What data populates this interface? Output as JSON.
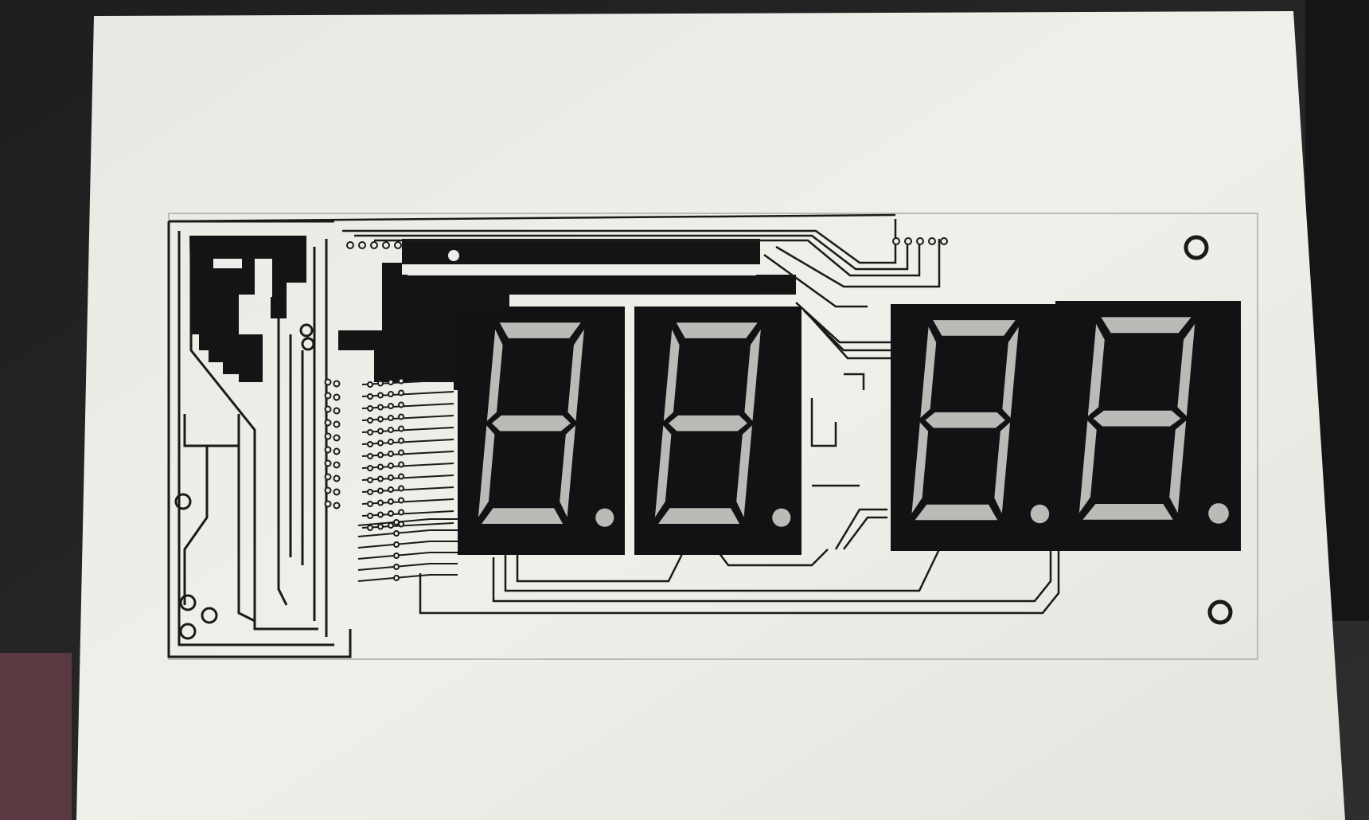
{
  "scene": {
    "description_tag": "printed-pcb-layout-with-seven-segment-displays",
    "background_color": "#2b2b2b",
    "paper_color": "#eceee9",
    "ink_color": "#1a1a1a",
    "segment_color": "#b9bbb6",
    "display_body_color": "#121214"
  },
  "displays": [
    {
      "name": "digit-1",
      "segments_lit": [
        "a",
        "b",
        "c",
        "d",
        "e",
        "f",
        "g"
      ],
      "decimal_point": true
    },
    {
      "name": "digit-2",
      "segments_lit": [
        "a",
        "b",
        "c",
        "d",
        "e",
        "f",
        "g"
      ],
      "decimal_point": true
    },
    {
      "name": "digit-3",
      "segments_lit": [
        "a",
        "b",
        "c",
        "d",
        "e",
        "f",
        "g"
      ],
      "decimal_point": true
    },
    {
      "name": "digit-4",
      "segments_lit": [
        "a",
        "b",
        "c",
        "d",
        "e",
        "f",
        "g"
      ],
      "decimal_point": true
    }
  ]
}
